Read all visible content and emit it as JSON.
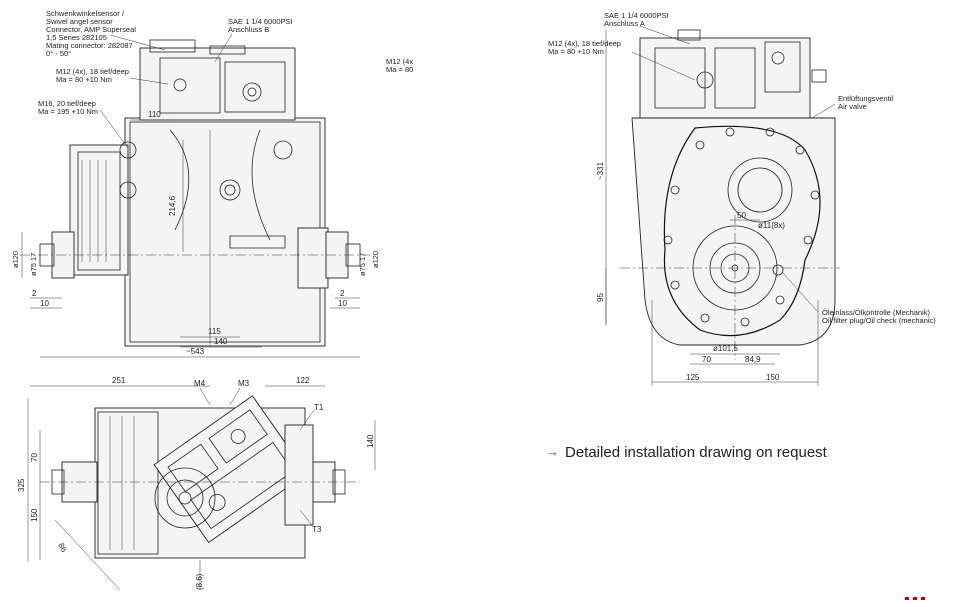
{
  "notes": {
    "sensor_line1": "Schwenkwinkelsensor /",
    "sensor_line2": "Swivel angel sensor",
    "sensor_line3": "Connector, AMP Superseal",
    "sensor_line4": "1,5 Series 282105",
    "sensor_line5": "Mating connector: 282087",
    "sensor_line6": "0° - 50°",
    "sae_b_line1": "SAE 1 1/4 6000PSI",
    "sae_b_line2": "Anschluss B",
    "m12_left_line1": "M12 (4x), 18 tief/deep",
    "m12_left_line2": "Ma = 80 +10 Nm",
    "m16_line1": "M16, 20 tief/deep",
    "m16_line2": "Ma = 195 +10 Nm",
    "m12_cut_line1": "M12 (4x",
    "m12_cut_line2": "Ma = 80",
    "sae_a_line1": "SAE 1 1/4 6000PSI",
    "sae_a_line2": "Anschluss A",
    "m12_right_line1": "M12 (4x), 18 tief/deep",
    "m12_right_line2": "Ma = 80 +10 Nm",
    "air_valve_line1": "Entlüftungsventil",
    "air_valve_line2": "Air valve",
    "oil_line1": "Öleinlass/Ölkontrolle (Mechanik)",
    "oil_line2": "Oil filter plug/Oil check (mechanic)"
  },
  "dims_front": {
    "d110": "110",
    "d214": "214,6",
    "d120_left": "ø120",
    "d75_left": "ø75 17",
    "d2_left": "2",
    "d10_left": "10",
    "d75_right": "ø75 17",
    "d120_right": "ø120",
    "d2_right": "2",
    "d10_right": "10",
    "d115": "115",
    "d140": "140",
    "d543": "~543"
  },
  "dims_side": {
    "d331": "~331",
    "d50": "50",
    "d11": "ø11(8x)",
    "d95": "95",
    "d101": "ø101,5",
    "d70": "70",
    "d849": "84,9",
    "d125": "125",
    "d150": "150"
  },
  "dims_top": {
    "d251": "251",
    "m4": "M4",
    "m3": "M3",
    "d122": "122",
    "t1": "T1",
    "t3": "T3",
    "d325": "325",
    "d70": "70",
    "d150": "150",
    "d140": "140",
    "d86": "86",
    "d86b": "(8,6)"
  },
  "callout": {
    "arrow": "→",
    "text": "Detailed installation drawing on request"
  }
}
